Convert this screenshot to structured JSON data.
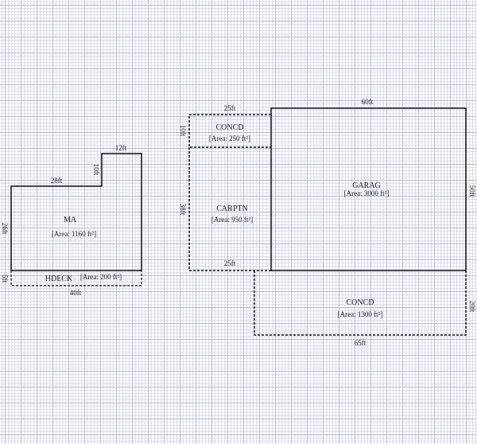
{
  "areas": {
    "ma": {
      "name": "MA",
      "area": "[Area: 1160 ft²]"
    },
    "hdeck": {
      "name": "HDECK",
      "area": "[Area: 200 ft²]"
    },
    "concd_top": {
      "name": "CONCD",
      "area": "[Area: 250 ft²]"
    },
    "carptn": {
      "name": "CARPTN",
      "area": "[Area: 950 ft²]"
    },
    "garag": {
      "name": "GARAG",
      "area": "[Area: 3000 ft²]"
    },
    "concd_bottom": {
      "name": "CONCD",
      "area": "[Area: 1300 ft²]"
    }
  },
  "dimensions": {
    "ma_top_left": "28ft",
    "ma_notch": "10ft",
    "ma_top_right": "12ft",
    "ma_left": "26ft",
    "hdeck_left": "5ft",
    "hdeck_bottom": "40ft",
    "concd_top_width": "25ft",
    "concd_top_height": "10ft",
    "carptn_height": "38ft",
    "carptn_bottom": "25ft",
    "garag_width": "60ft",
    "garag_height": "50ft",
    "concd_bottom_height": "20ft",
    "concd_bottom_width": "65ft"
  }
}
